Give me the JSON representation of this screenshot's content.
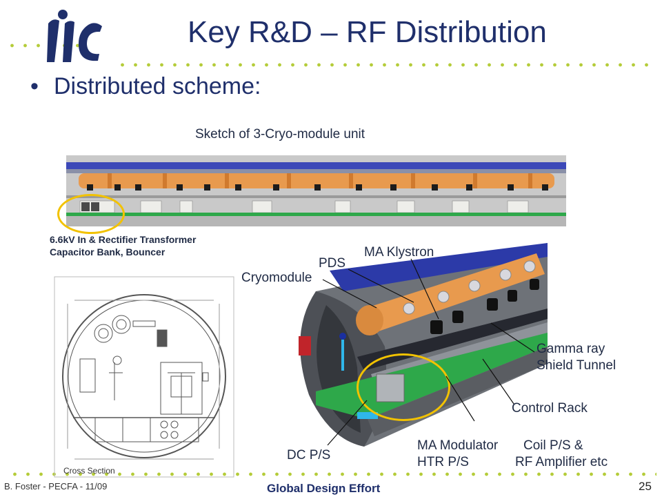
{
  "header": {
    "title": "Key R&D – RF Distribution",
    "logo_text": "ilc"
  },
  "bullet": {
    "symbol": "•",
    "text": "Distributed scheme:"
  },
  "figure": {
    "sketch_title": "Sketch of 3-Cryo-module unit",
    "caption_line1": "6.6kV In & Rectifier Transformer",
    "caption_line2": "Capacitor Bank, Bouncer",
    "cross_section_label": "Cross Section",
    "tunnel_labels": {
      "ma_klystron": "MA Klystron",
      "pds": "PDS",
      "cryomodule": "Cryomodule",
      "gamma_line1": "Gamma ray",
      "gamma_line2": "Shield Tunnel",
      "control_rack": "Control Rack",
      "ma_modulator": "MA Modulator",
      "coil_ps": "Coil P/S &",
      "dc_ps": "DC P/S",
      "htr_ps": "HTR P/S",
      "rf_amplifier": "RF Amplifier etc"
    }
  },
  "footer": {
    "author": "B. Foster - PECFA - 11/09",
    "center": "Global Design Effort",
    "page_number": "25"
  },
  "colors": {
    "title_blue": "#1f2f6b",
    "dot_green": "#b5cc3a",
    "highlight_yellow": "#f2c200",
    "cryo_orange": "#e89a4e",
    "floor_green": "#2ea84a"
  }
}
